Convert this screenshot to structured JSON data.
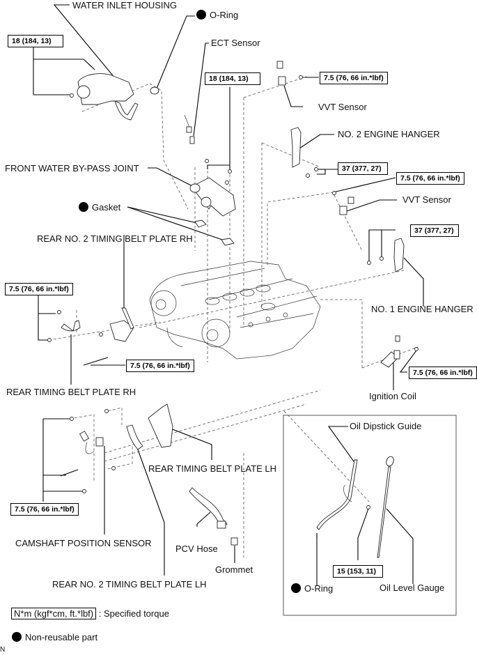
{
  "labels": {
    "water_inlet_housing": "WATER INLET HOUSING",
    "o_ring_top": "O-Ring",
    "ect_sensor": "ECT Sensor",
    "vvt_sensor_1": "VVT Sensor",
    "no2_engine_hanger": "NO. 2 ENGINE HANGER",
    "front_water_bypass_joint": "FRONT WATER BY-PASS JOINT",
    "gasket": "Gasket",
    "vvt_sensor_2": "VVT Sensor",
    "rear_no2_timing_belt_plate_rh": "REAR NO. 2 TIMING BELT PLATE RH",
    "no1_engine_hanger": "NO. 1 ENGINE HANGER",
    "rear_timing_belt_plate_rh": "REAR TIMING BELT PLATE RH",
    "ignition_coil": "Ignition Coil",
    "oil_dipstick_guide": "Oil Dipstick Guide",
    "rear_timing_belt_plate_lh": "REAR TIMING BELT PLATE LH",
    "camshaft_position_sensor": "CAMSHAFT POSITION SENSOR",
    "pcv_hose": "PCV Hose",
    "grommet": "Grommet",
    "rear_no2_timing_belt_plate_lh": "REAR NO. 2 TIMING BELT PLATE LH",
    "o_ring_bottom": "O-Ring",
    "oil_level_gauge": "Oil Level Gauge"
  },
  "torques": {
    "water_inlet_housing": "18 (184, 13)",
    "bypass_joint": "18 (184, 13)",
    "vvt_sensor_1": "7.5 (76, 66 in.*lbf)",
    "no2_engine_hanger": "37 (377, 27)",
    "vvt_sensor_2": "7.5 (76, 66 in.*lbf)",
    "no1_engine_hanger": "37 (377, 27)",
    "rear_timing_belt_plate_rh": "7.5 (76, 66 in.*lbf)",
    "rear_no2_plate_rh_bolt": "7.5 (76, 66 in.*lbf)",
    "ignition_coil": "7.5 (76, 66 in.*lbf)",
    "camshaft_sensor_group": "7.5 (76, 66 in.*lbf)",
    "oil_dipstick_guide": "15 (153, 11)"
  },
  "legend": {
    "torque_unit": "N*m (kgf*cm, ft.*lbf)",
    "torque_desc": ": Specified torque",
    "non_reusable": "Non-reusable part"
  },
  "corner_mark": "N"
}
